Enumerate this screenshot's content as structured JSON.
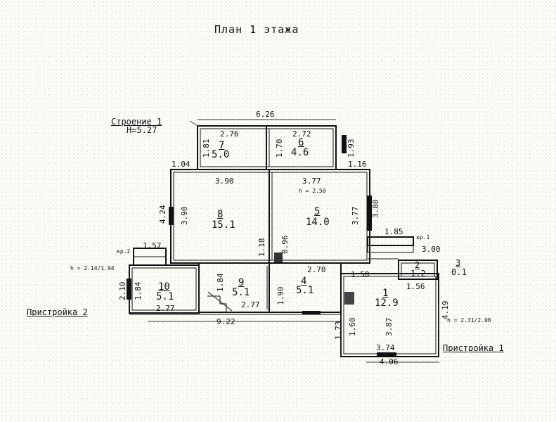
{
  "title": "План 1 этажа",
  "building": {
    "name": "Строение 1",
    "height": "Н=5.27"
  },
  "annexes": {
    "annex1": "Пристройка 1",
    "annex2": "Пристройка 2"
  },
  "porches": {
    "kr1": "кр.1",
    "kr2": "кр.2"
  },
  "ceiling_heights": {
    "main": "h = 2.50",
    "annex1": "h = 2.31/2.08",
    "annex2": "h = 2.14/1.94"
  },
  "rooms": {
    "r1": {
      "num": "1",
      "area": "12.9"
    },
    "r2": {
      "num": "2",
      "area": "1.2"
    },
    "r3": {
      "num": "3",
      "area": "0.1"
    },
    "r4": {
      "num": "4",
      "area": "5.1"
    },
    "r5": {
      "num": "5",
      "area": "14.0"
    },
    "r6": {
      "num": "6",
      "area": "4.6"
    },
    "r7": {
      "num": "7",
      "area": "5.0"
    },
    "r8": {
      "num": "8",
      "area": "15.1"
    },
    "r9": {
      "num": "9",
      "area": "5.1"
    },
    "r10": {
      "num": "10",
      "area": "5.1"
    }
  },
  "dims": {
    "d626": "6.26",
    "d276": "2.76",
    "d272": "2.72",
    "d181": "1.81",
    "d170": "1.70",
    "d193": "1.93",
    "d104": "1.04",
    "d116": "1.16",
    "d390a": "3.90",
    "d377a": "3.77",
    "d424": "4.24",
    "d390b": "3.90",
    "d377b": "3.77",
    "d380": "3.80",
    "d118": "1.18",
    "d096": "0.96",
    "d185": "1.85",
    "d300": "3.00",
    "d157": "1.57",
    "d184a": "1.84",
    "d184b": "1.84",
    "d210": "2.10",
    "d190": "1.90",
    "d270": "2.70",
    "d158": "1.58",
    "d156": "1.56",
    "d277a": "2.77",
    "d277b": "2.77",
    "d922": "9.22",
    "d173": "1.73",
    "d160": "1.60",
    "d387": "3.87",
    "d419": "4.19",
    "d374": "3.74",
    "d406": "4.06"
  }
}
